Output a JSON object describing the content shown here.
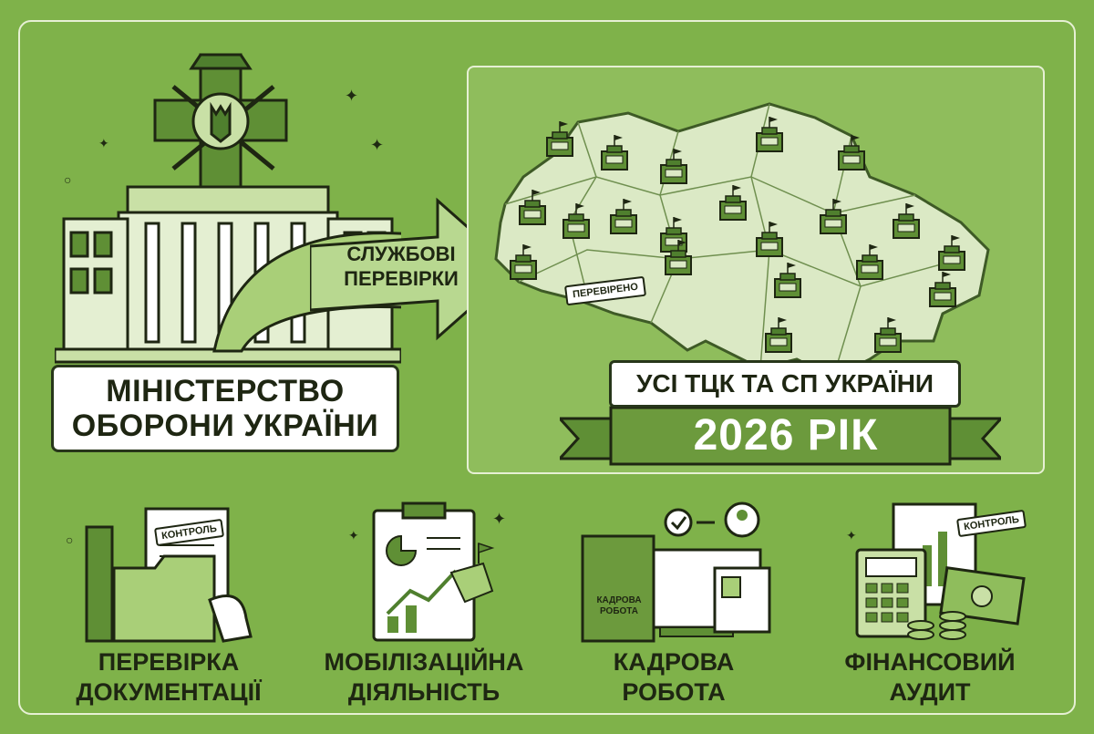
{
  "ministry": {
    "line1": "МІНІСТЕРСТВО",
    "line2": "ОБОРОНИ УКРАЇНИ"
  },
  "arrow": {
    "line1": "СЛУЖБОВІ",
    "line2": "ПЕРЕВІРКИ"
  },
  "map": {
    "stamp": "ПЕРЕВІРЕНО",
    "banner": "УСІ ТЦК ТА СП УКРАЇНИ",
    "year": "2026 РІК"
  },
  "features": [
    {
      "line1": "ПЕРЕВІРКА",
      "line2": "ДОКУМЕНТАЦІЇ",
      "tag": "КОНТРОЛЬ"
    },
    {
      "line1": "МОБІЛІЗАЦІЙНА",
      "line2": "ДІЯЛЬНІСТЬ"
    },
    {
      "line1": "КАДРОВА",
      "line2": "РОБОТА",
      "book_line1": "КАДРОВА",
      "book_line2": "РОБОТА"
    },
    {
      "line1": "ФІНАНСОВИЙ",
      "line2": "АУДИТ",
      "tag": "КОНТРОЛЬ"
    }
  ],
  "colors": {
    "background": "#7fb24a",
    "dark_green": "#4f7f2e",
    "light_green": "#c9e0a6",
    "ink": "#1e2612"
  }
}
